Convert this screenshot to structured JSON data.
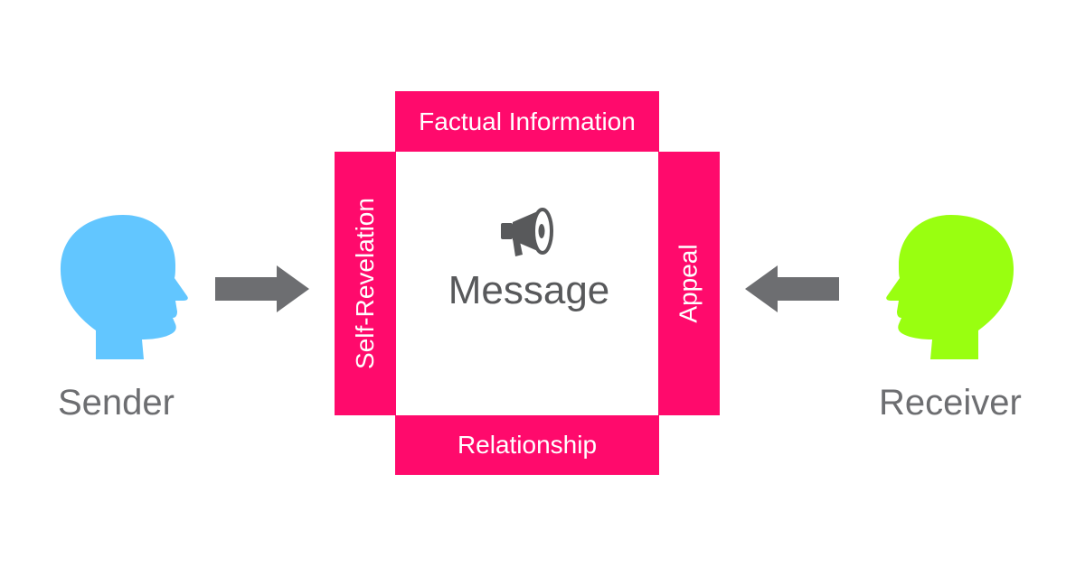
{
  "sender": {
    "label": "Sender",
    "color": "#62c6ff"
  },
  "receiver": {
    "label": "Receiver",
    "color": "#99ff10"
  },
  "message": {
    "label": "Message",
    "icon": "megaphone-icon"
  },
  "aspects": {
    "top": "Factual Information",
    "left": "Self-Revelation",
    "right": "Appeal",
    "bottom": "Relationship"
  },
  "colors": {
    "aspect_fill": "#ff0a6c",
    "arrow": "#6d6e71",
    "text": "#6d6e71"
  }
}
